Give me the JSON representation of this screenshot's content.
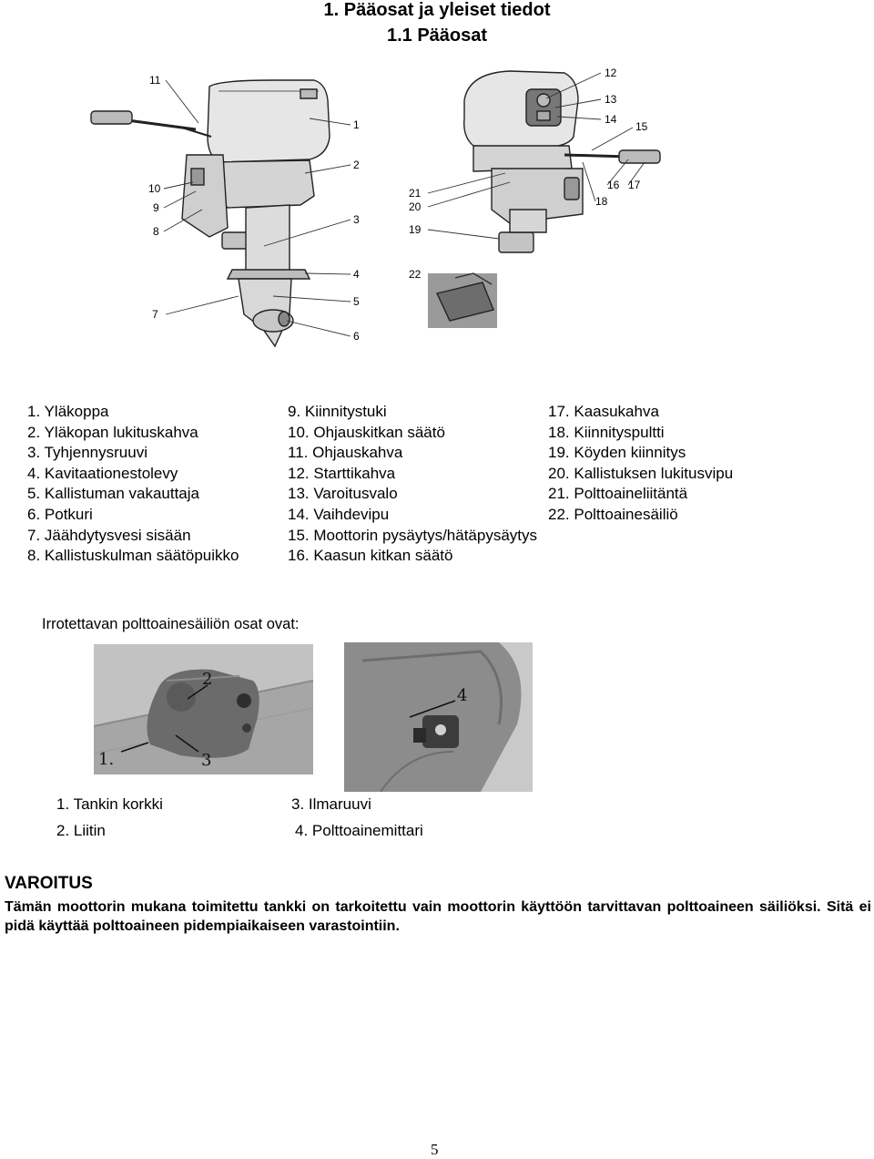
{
  "header": {
    "title": "1. Pääosat ja yleiset tiedot",
    "subtitle": "1.1 Pääosat"
  },
  "diagram": {
    "callouts": {
      "c1": "1",
      "c2": "2",
      "c3": "3",
      "c4": "4",
      "c5": "5",
      "c6": "6",
      "c7": "7",
      "c8": "8",
      "c9": "9",
      "c10": "10",
      "c11": "11",
      "c12": "12",
      "c13": "13",
      "c14": "14",
      "c15": "15",
      "c16": "16",
      "c17": "17",
      "c18": "18",
      "c19": "19",
      "c20": "20",
      "c21": "21",
      "c22": "22"
    }
  },
  "parts_list": {
    "col1": [
      "1. Yläkoppa",
      "2. Yläkopan lukituskahva",
      "3. Tyhjennysruuvi",
      "4. Kavitaationestolevy",
      "5. Kallistuman vakauttaja",
      "6. Potkuri",
      "7. Jäähdytysvesi sisään",
      "8. Kallistuskulman säätöpuikko"
    ],
    "col2": [
      "9. Kiinnitystuki",
      "10. Ohjauskitkan säätö",
      "11. Ohjauskahva",
      "12. Starttikahva",
      "13. Varoitusvalo",
      "14. Vaihdevipu",
      "15. Moottorin pysäytys/hätäpysäytys",
      "16. Kaasun kitkan säätö"
    ],
    "col3": [
      "17. Kaasukahva",
      "18. Kiinnityspultti",
      "19. Köyden kiinnitys",
      "20. Kallistuksen lukitusvipu",
      "21. Polttoaineliitäntä",
      "22. Polttoainesäiliö"
    ]
  },
  "tank_section": {
    "heading": "Irrotettavan polttoainesäiliön osat ovat:",
    "photo1_labels": {
      "a": "1.",
      "b": "2",
      "c": "3"
    },
    "photo2_labels": {
      "a": "4"
    },
    "items": {
      "i1": "1.  Tankin korkki",
      "i2": "2.  Liitin",
      "i3": "3.  Ilmaruuvi",
      "i4": "4.  Polttoainemittari"
    }
  },
  "warning": {
    "title": "VAROITUS",
    "text": "Tämän moottorin mukana toimitettu tankki on tarkoitettu vain moottorin käyttöön tarvittavan polttoaineen säiliöksi. Sitä ei pidä käyttää polttoaineen pidempiaikaiseen varastointiin."
  },
  "footer": {
    "page_number": "5"
  }
}
